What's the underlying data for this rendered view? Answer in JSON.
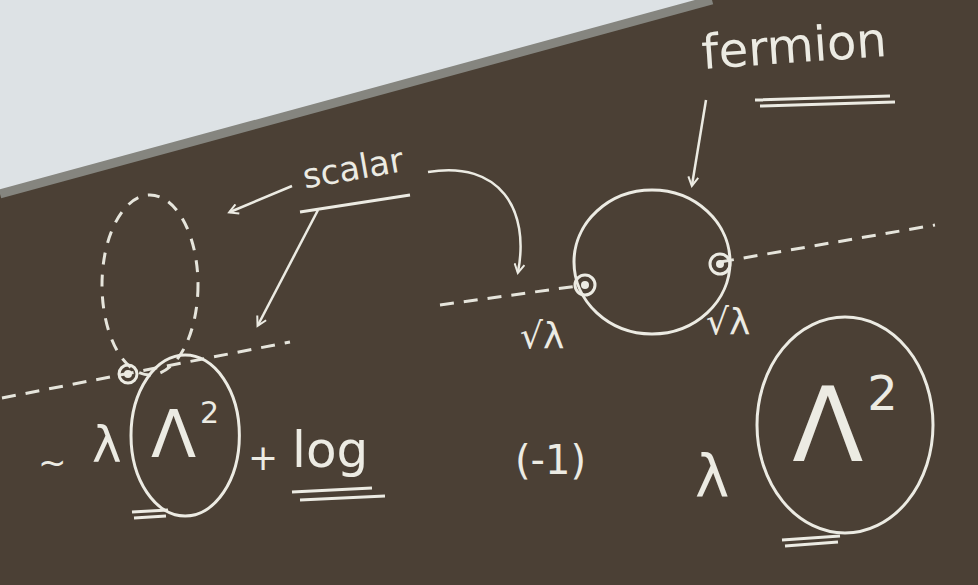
{
  "diagram": {
    "nodes": [
      {
        "text": [
          "Λ",
          "2"
        ]
      },
      {
        "text": [
          "Λ",
          "2"
        ]
      }
    ],
    "labels": [
      "scalar",
      "fermion",
      "~",
      "λ",
      "+",
      "log",
      "√λ",
      "√λ",
      "(-1)",
      "λ"
    ]
  }
}
